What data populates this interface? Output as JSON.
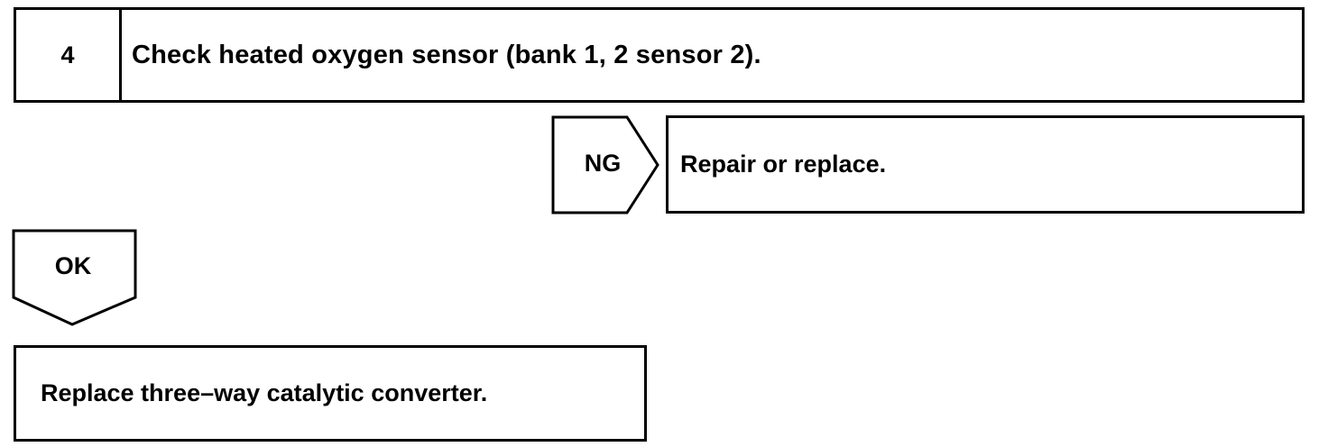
{
  "step": {
    "number": "4",
    "title": "Check heated oxygen sensor (bank 1, 2 sensor 2)."
  },
  "ng_branch": {
    "label": "NG",
    "action": "Repair or replace."
  },
  "ok_branch": {
    "label": "OK",
    "action": "Replace three–way catalytic converter."
  }
}
